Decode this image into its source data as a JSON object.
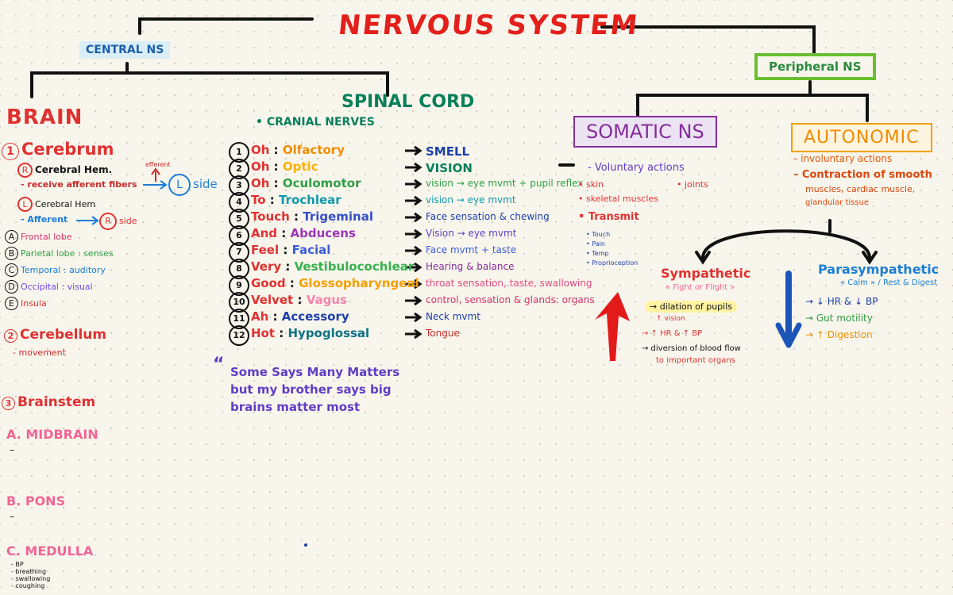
{
  "title": "NERVOUS SYSTEM",
  "central": {
    "label": "CENTRAL NS",
    "brain": {
      "label": "BRAIN",
      "cerebrum": {
        "num": "1",
        "label": "Cerebrum",
        "r_circle": "R",
        "right_hem": "Cerebral Hem.",
        "right_note": "- receive afferent fibers",
        "efferent_note": "efferent",
        "l_circle": "L",
        "side_label": "side",
        "l_circle2": "L",
        "left_hem": "Cerebral Hem",
        "left_note": "- Afferent",
        "r_circle2": "R",
        "left_side": "side",
        "lobes": [
          {
            "letter": "A",
            "text": "Frontal lobe",
            "color": "#d6336c"
          },
          {
            "letter": "B",
            "text": "Parietal lobe : senses",
            "color": "#2f9e44"
          },
          {
            "letter": "C",
            "text": "Temporal : auditory",
            "color": "#1c7ed6"
          },
          {
            "letter": "D",
            "text": "Occipital : visual",
            "color": "#7048e8"
          },
          {
            "letter": "E",
            "text": "Insula",
            "color": "#e03131"
          }
        ]
      },
      "cerebellum": {
        "num": "2",
        "label": "Cerebellum",
        "note": "- movement"
      },
      "brainstem": {
        "num": "3",
        "label": "Brainstem",
        "midbrain": "A. MIDBRAIN",
        "pons": "B. PONS",
        "medulla": "C. MEDULLA",
        "medulla_items": [
          "- BP",
          "- breathing",
          "- swallowing",
          "- coughing"
        ]
      }
    },
    "spinal": {
      "label": "SPINAL CORD",
      "cranial_label": "CRANIAL NERVES",
      "nerves": [
        {
          "num": "1",
          "mnemonic": "Oh",
          "name": "Olfactory",
          "color": "#f08c00",
          "function": "SMELL",
          "fcolor": "#1c3faa"
        },
        {
          "num": "2",
          "mnemonic": "Oh",
          "name": "Optic",
          "color": "#fab005",
          "function": "VISION",
          "fcolor": "#087f5b"
        },
        {
          "num": "3",
          "mnemonic": "Oh",
          "name": "Oculomotor",
          "color": "#2f9e44",
          "function": "vision → eye mvmt + pupil reflex",
          "fcolor": "#2f9e44"
        },
        {
          "num": "4",
          "mnemonic": "To",
          "name": "Trochlear",
          "color": "#1098ad",
          "function": "vision → eye mvmt",
          "fcolor": "#1098ad"
        },
        {
          "num": "5",
          "mnemonic": "Touch",
          "name": "Trigeminal",
          "color": "#364fc7",
          "function": "Face sensation & chewing",
          "fcolor": "#1c3faa"
        },
        {
          "num": "6",
          "mnemonic": "And",
          "name": "Abducens",
          "color": "#9c36b5",
          "function": "Vision → eye mvmt",
          "fcolor": "#5f3dc4"
        },
        {
          "num": "7",
          "mnemonic": "Feel",
          "name": "Facial",
          "color": "#3b5bdb",
          "function": "Face mvmt + taste",
          "fcolor": "#3b5bdb"
        },
        {
          "num": "8",
          "mnemonic": "Very",
          "name": "Vestibulocochlear",
          "color": "#37b24d",
          "function": "Hearing & balance",
          "fcolor": "#862e9c"
        },
        {
          "num": "9",
          "mnemonic": "Good",
          "name": "Glossopharyngeal",
          "color": "#f59f00",
          "function": "throat sensation, taste, swallowing",
          "fcolor": "#e64980"
        },
        {
          "num": "10",
          "mnemonic": "Velvet",
          "name": "Vagus",
          "color": "#f783ac",
          "function": "control, sensation & glands: organs",
          "fcolor": "#d6336c"
        },
        {
          "num": "11",
          "mnemonic": "Ah",
          "name": "Accessory",
          "color": "#1c3faa",
          "function": "Neck mvmt",
          "fcolor": "#1c3faa"
        },
        {
          "num": "12",
          "mnemonic": "Hot",
          "name": "Hypoglossal",
          "color": "#0b7285",
          "function": "Tongue",
          "fcolor": "#c92a2a"
        }
      ],
      "mnemonic_line1": "Some Says Many Matters",
      "mnemonic_line2": "but my brother says big",
      "mnemonic_line3": "brains matter most"
    }
  },
  "peripheral": {
    "label": "Peripheral NS",
    "somatic": {
      "label": "SOMATIC NS",
      "voluntary": "- Voluntary actions",
      "items": [
        "• skin",
        "• joints",
        "• skeletal muscles"
      ],
      "transmit": "• Transmit",
      "transmit_items": [
        "• Touch",
        "• Pain",
        "• Temp",
        "• Proprioception"
      ]
    },
    "autonomic": {
      "label": "AUTONOMIC",
      "involuntary": "- involuntary actions",
      "contraction1": "- Contraction of smooth",
      "contraction2": "muscles, cardiac muscle,",
      "contraction3": "glandular tissue",
      "sympathetic": {
        "label": "Sympathetic",
        "sub": "« Fight or Flight »",
        "items": [
          "→ dilation of pupils",
          "↑ vision",
          "→ ↑ HR & ↑ BP",
          "→ diversion of blood flow",
          "to important organs"
        ]
      },
      "parasympathetic": {
        "label": "Parasympathetic",
        "sub": "« Calm » / Rest & Digest",
        "items": [
          "→ ↓ HR & ↓ BP",
          "→ Gut motility",
          "→ ↑ Digestion"
        ]
      }
    }
  }
}
